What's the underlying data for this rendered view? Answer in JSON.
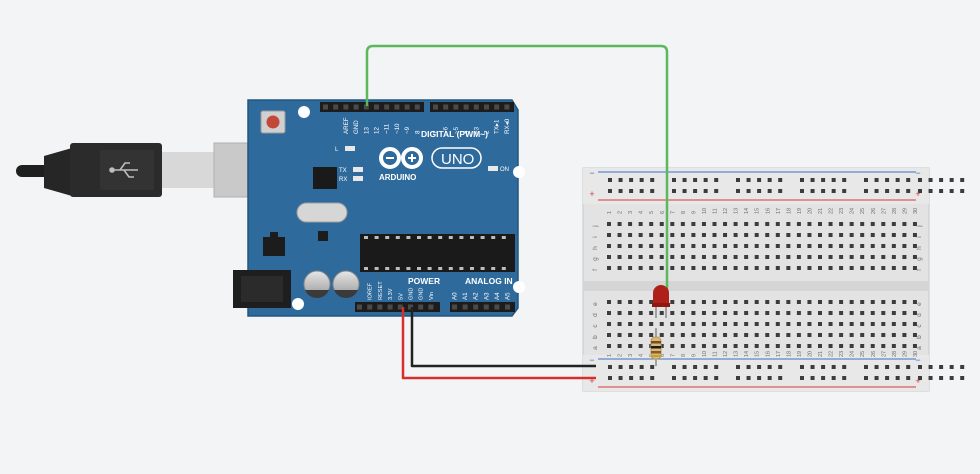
{
  "board": {
    "name": "ARDUINO",
    "model": "UNO",
    "digital_header": "DIGITAL (PWM~)",
    "power_header": "POWER",
    "analog_header": "ANALOG IN",
    "on_label": "ON",
    "l_label": "L",
    "tx_label": "TX",
    "rx_label": "RX",
    "digital_pins": [
      "AREF",
      "GND",
      "13",
      "12",
      "~11",
      "~10",
      "~9",
      "8",
      "7",
      "~6",
      "~5",
      "4",
      "~3",
      "2",
      "TX▸1",
      "RX◂0"
    ],
    "power_pins": [
      "IOREF",
      "RESET",
      "3.3V",
      "5V",
      "GND",
      "GND",
      "Vin"
    ],
    "analog_pins": [
      "A0",
      "A1",
      "A2",
      "A3",
      "A4",
      "A5"
    ]
  },
  "breadboard": {
    "row_letters_top": [
      "j",
      "i",
      "h",
      "g",
      "f"
    ],
    "row_letters_bottom": [
      "e",
      "d",
      "c",
      "b",
      "a"
    ],
    "column_numbers": [
      "1",
      "2",
      "3",
      "4",
      "5",
      "6",
      "7",
      "8",
      "9",
      "10",
      "11",
      "12",
      "13",
      "14",
      "15",
      "16",
      "17",
      "18",
      "19",
      "20",
      "21",
      "22",
      "23",
      "24",
      "25",
      "26",
      "27",
      "28",
      "29",
      "30"
    ],
    "rail_plus": "+",
    "rail_minus": "−"
  },
  "colors": {
    "background": "#f3f4f5",
    "board": "#2f6a9c",
    "wire_green": "#5cb85c",
    "wire_red": "#d62d2d",
    "wire_black": "#222222",
    "led": "#b0201a",
    "rail_red": "#d23a3a",
    "rail_blue": "#3a6fc4"
  }
}
